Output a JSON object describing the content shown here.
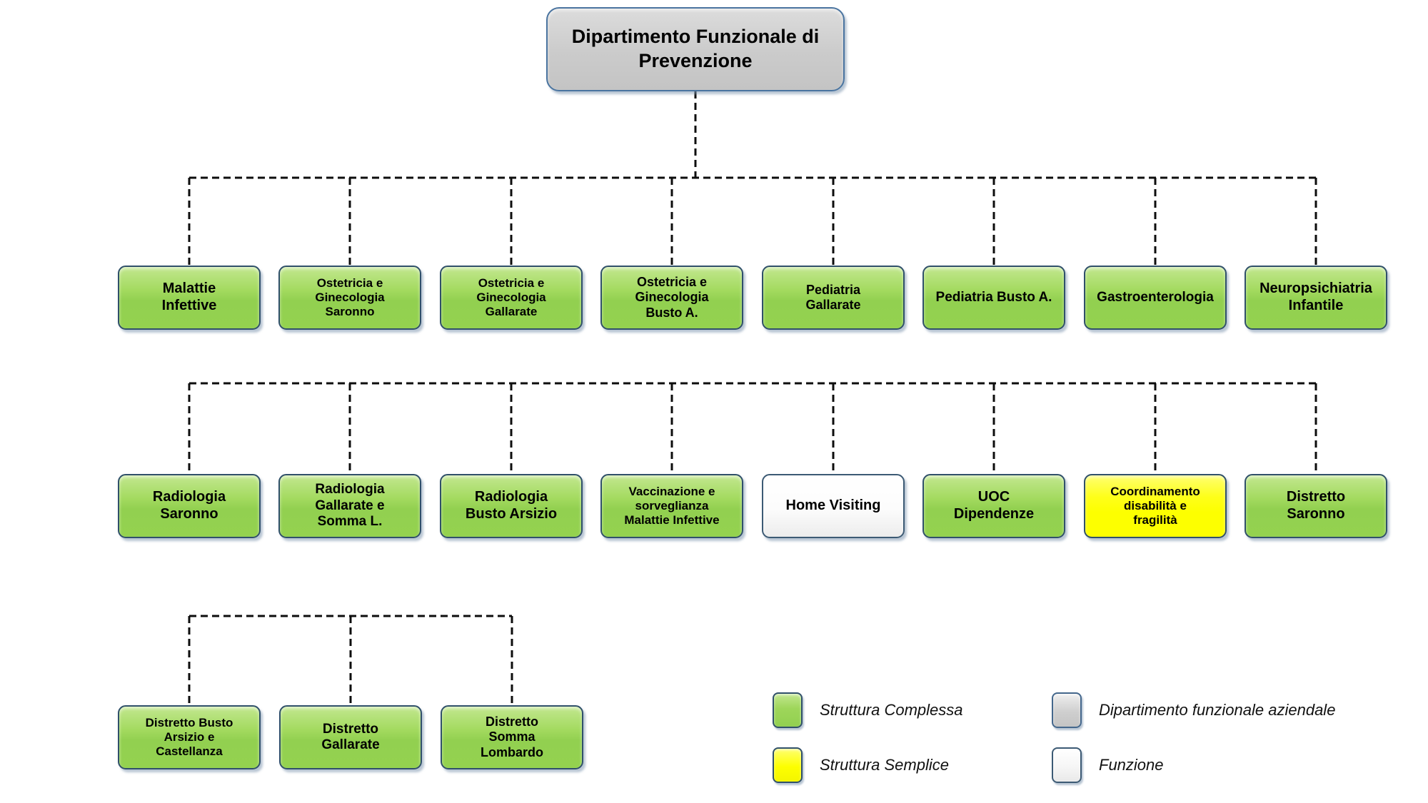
{
  "chart": {
    "root": {
      "label": "Dipartimento Funzionale di\nPrevenzione",
      "type": "dipartimento_funzionale_aziendale"
    },
    "rows": [
      {
        "items": [
          {
            "label": "Malattie\nInfettive",
            "type": "struttura_complessa"
          },
          {
            "label": "Ostetricia e\nGinecologia\nSaronno",
            "type": "struttura_complessa"
          },
          {
            "label": "Ostetricia e\nGinecologia\nGallarate",
            "type": "struttura_complessa"
          },
          {
            "label": "Ostetricia e\nGinecologia\nBusto A.",
            "type": "struttura_complessa"
          },
          {
            "label": "Pediatria\nGallarate",
            "type": "struttura_complessa"
          },
          {
            "label": "Pediatria Busto A.",
            "type": "struttura_complessa"
          },
          {
            "label": "Gastroenterologia",
            "type": "struttura_complessa"
          },
          {
            "label": "Neuropsichiatria\nInfantile",
            "type": "struttura_complessa"
          }
        ]
      },
      {
        "items": [
          {
            "label": "Radiologia\nSaronno",
            "type": "struttura_complessa"
          },
          {
            "label": "Radiologia\nGallarate e\nSomma L.",
            "type": "struttura_complessa"
          },
          {
            "label": "Radiologia\nBusto Arsizio",
            "type": "struttura_complessa"
          },
          {
            "label": "Vaccinazione e\nsorveglianza\nMalattie Infettive",
            "type": "struttura_complessa"
          },
          {
            "label": "Home Visiting",
            "type": "funzione"
          },
          {
            "label": "UOC\nDipendenze",
            "type": "struttura_complessa"
          },
          {
            "label": "Coordinamento\ndisabilità e\nfragilità",
            "type": "struttura_semplice"
          },
          {
            "label": "Distretto\nSaronno",
            "type": "struttura_complessa"
          }
        ]
      },
      {
        "items": [
          {
            "label": "Distretto Busto\nArsizio e\nCastellanza",
            "type": "struttura_complessa"
          },
          {
            "label": "Distretto\nGallarate",
            "type": "struttura_complessa"
          },
          {
            "label": "Distretto\nSomma\nLombardo",
            "type": "struttura_complessa"
          }
        ]
      }
    ]
  },
  "legend": {
    "items": [
      {
        "label": "Struttura Complessa",
        "swatch": "green",
        "color": "#92D050"
      },
      {
        "label": "Struttura Semplice",
        "swatch": "yellow",
        "color": "#FDFF00"
      },
      {
        "label": "Dipartimento funzionale aziendale",
        "swatch": "gray",
        "color": "#C6C6C6"
      },
      {
        "label": "Funzione",
        "swatch": "white",
        "color": "#FFFFFF"
      }
    ]
  },
  "colors": {
    "struttura_complessa": "#92D050",
    "struttura_semplice": "#FDFF00",
    "dipartimento_funzionale_aziendale": "#C6C6C6",
    "funzione": "#FFFFFF",
    "node_border": "#30506A",
    "connector": "#0D0D0D"
  }
}
